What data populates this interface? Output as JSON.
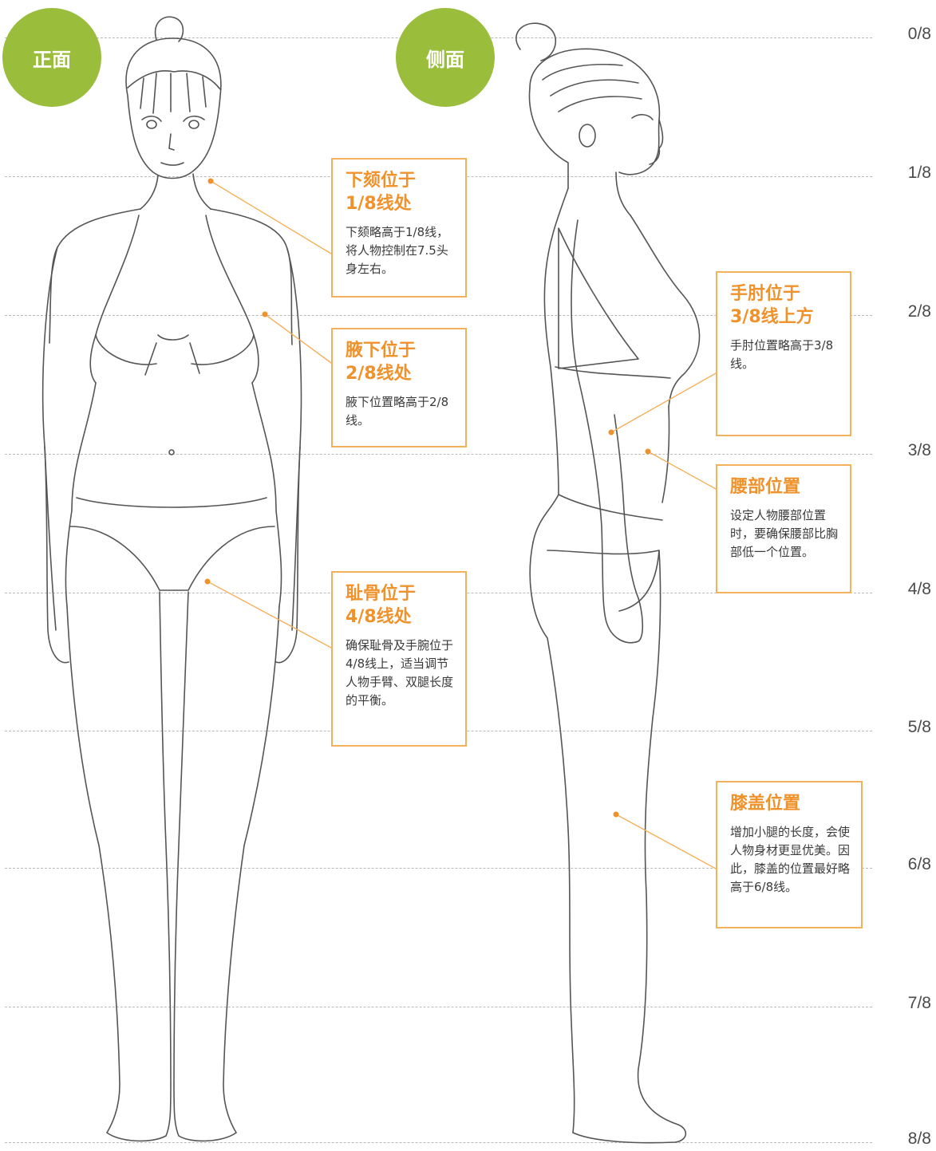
{
  "badges": {
    "front": "正面",
    "side": "侧面"
  },
  "guides": [
    "0/8",
    "1/8",
    "2/8",
    "3/8",
    "4/8",
    "5/8",
    "6/8",
    "7/8",
    "8/8"
  ],
  "callouts": {
    "chin": {
      "title_1": "下颏位于",
      "title_2": "1/8线处",
      "body": "下颏略高于1/8线，将人物控制在7.5头身左右。"
    },
    "armpit": {
      "title_1": "腋下位于",
      "title_2": "2/8线处",
      "body": "腋下位置略高于2/8线。"
    },
    "pubic": {
      "title_1": "耻骨位于",
      "title_2": "4/8线处",
      "body": "确保耻骨及手腕位于4/8线上，适当调节人物手臂、双腿长度的平衡。"
    },
    "elbow": {
      "title_1": "手肘位于",
      "title_2": "3/8线上方",
      "body": "手肘位置略高于3/8线。"
    },
    "waist": {
      "title_1": "腰部位置",
      "title_2": "",
      "body": "设定人物腰部位置时，要确保腰部比胸部低一个位置。"
    },
    "knee": {
      "title_1": "膝盖位置",
      "title_2": "",
      "body": "增加小腿的长度，会使人物身材更显优美。因此，膝盖的位置最好略高于6/8线。"
    }
  },
  "colors": {
    "badge": "#9bbd3c",
    "callout_border": "#f4b15c",
    "callout_title": "#f0922c",
    "guide_line": "#b9b9b9"
  }
}
